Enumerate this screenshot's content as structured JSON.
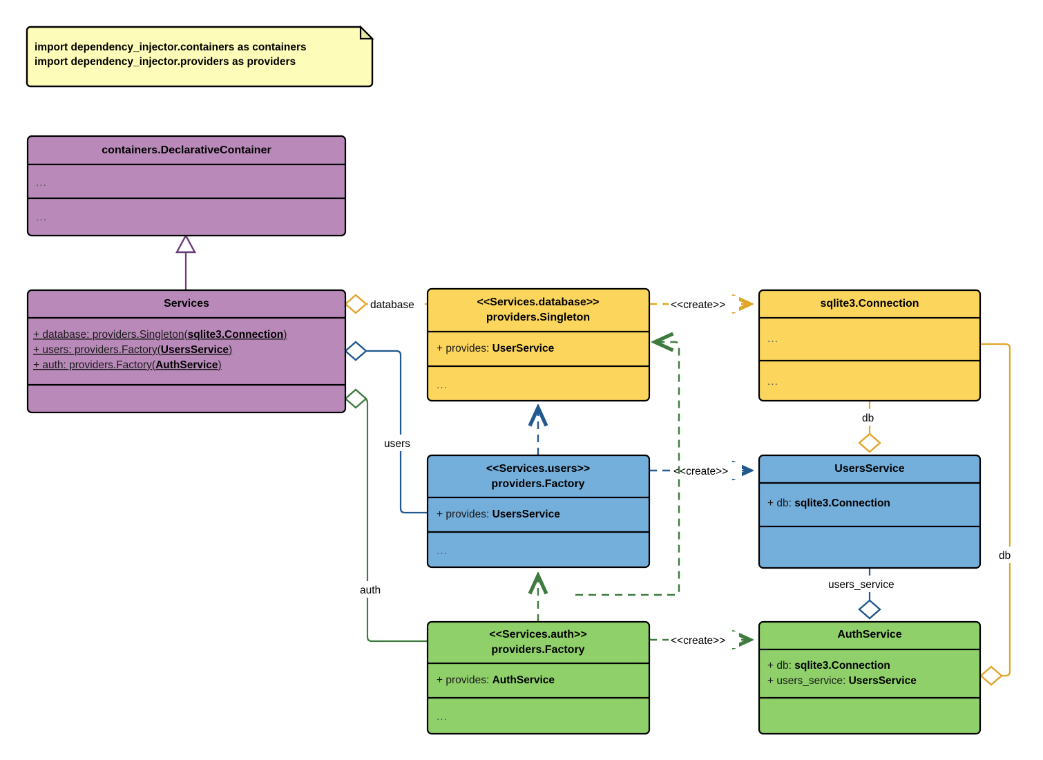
{
  "diagram": {
    "kind": "uml-class-diagram",
    "title": "dependency_injector Services container class diagram",
    "note": {
      "name": "imports-note",
      "lines": [
        "import dependency_injector.containers as containers",
        "import dependency_injector.providers as providers"
      ],
      "fill": "#fdfcb8",
      "stroke": "#000000"
    },
    "colors": {
      "purple": "#b98ab9",
      "yellow": "#fcd65c",
      "blue": "#74aedb",
      "green": "#8fd06a",
      "purple_line": "#6a3d78",
      "yellow_line": "#e0a526",
      "blue_line": "#21588f",
      "green_line": "#3f7a3f",
      "border": "#000000"
    },
    "classes": [
      {
        "id": "declarative-container",
        "name": "containers.DeclarativeContainer",
        "stereotype": "",
        "color": "purple",
        "compartments": [
          [
            "..."
          ],
          [
            "..."
          ]
        ]
      },
      {
        "id": "services",
        "name": "Services",
        "stereotype": "",
        "color": "purple",
        "attributes": [
          {
            "visibility": "+",
            "label": "database: providers.Singleton(",
            "type": "sqlite3.Connection",
            "tail": ")",
            "static": true
          },
          {
            "visibility": "+",
            "label": "users: providers.Factory(",
            "type": "UsersService",
            "tail": ")",
            "static": true
          },
          {
            "visibility": "+",
            "label": "auth: providers.Factory(",
            "type": "AuthService",
            "tail": ")",
            "static": true
          }
        ],
        "compartments": [
          [],
          []
        ]
      },
      {
        "id": "services-database",
        "name": "providers.Singleton",
        "stereotype": "<<Services.database>>",
        "color": "yellow",
        "attributes": [
          {
            "visibility": "+",
            "label": "provides: ",
            "type": "UserService",
            "tail": "",
            "static": false
          }
        ],
        "compartments": [
          [],
          [
            "..."
          ]
        ]
      },
      {
        "id": "services-users",
        "name": "providers.Factory",
        "stereotype": "<<Services.users>>",
        "color": "blue",
        "attributes": [
          {
            "visibility": "+",
            "label": "provides: ",
            "type": "UsersService",
            "tail": "",
            "static": false
          }
        ],
        "compartments": [
          [],
          [
            "..."
          ]
        ]
      },
      {
        "id": "services-auth",
        "name": "providers.Factory",
        "stereotype": "<<Services.auth>>",
        "color": "green",
        "attributes": [
          {
            "visibility": "+",
            "label": "provides: ",
            "type": "AuthService",
            "tail": "",
            "static": false
          }
        ],
        "compartments": [
          [],
          [
            "..."
          ]
        ]
      },
      {
        "id": "sqlite3-connection",
        "name": "sqlite3.Connection",
        "stereotype": "",
        "color": "yellow",
        "compartments": [
          [
            "..."
          ],
          [
            "..."
          ]
        ]
      },
      {
        "id": "users-service",
        "name": "UsersService",
        "stereotype": "",
        "color": "blue",
        "attributes": [
          {
            "visibility": "+",
            "label": "db: ",
            "type": "sqlite3.Connection",
            "tail": "",
            "static": false
          }
        ],
        "compartments": [
          [],
          []
        ]
      },
      {
        "id": "auth-service",
        "name": "AuthService",
        "stereotype": "",
        "color": "green",
        "attributes": [
          {
            "visibility": "+",
            "label": "db: ",
            "type": "sqlite3.Connection",
            "tail": "",
            "static": false
          },
          {
            "visibility": "+",
            "label": "users_service: ",
            "type": "UsersService",
            "tail": "",
            "static": false
          }
        ],
        "compartments": [
          [],
          []
        ]
      }
    ],
    "relations": [
      {
        "id": "inherit-services-container",
        "kind": "generalization",
        "from": "services",
        "to": "declarative-container",
        "label": ""
      },
      {
        "id": "assoc-database",
        "kind": "aggregation",
        "from": "services",
        "to": "services-database",
        "label": "database"
      },
      {
        "id": "assoc-users",
        "kind": "aggregation",
        "from": "services",
        "to": "services-users",
        "label": "users"
      },
      {
        "id": "assoc-auth",
        "kind": "aggregation",
        "from": "services",
        "to": "services-auth",
        "label": "auth"
      },
      {
        "id": "create-database",
        "kind": "dependency",
        "from": "services-database",
        "to": "sqlite3-connection",
        "label": "<<create>>"
      },
      {
        "id": "create-users",
        "kind": "dependency",
        "from": "services-users",
        "to": "users-service",
        "label": "<<create>>"
      },
      {
        "id": "create-auth",
        "kind": "dependency",
        "from": "services-auth",
        "to": "auth-service",
        "label": "<<create>>"
      },
      {
        "id": "dep-users-database",
        "kind": "dependency",
        "from": "services-users",
        "to": "services-database",
        "label": ""
      },
      {
        "id": "dep-auth-users",
        "kind": "dependency",
        "from": "services-auth",
        "to": "services-users",
        "label": ""
      },
      {
        "id": "dep-auth-database",
        "kind": "dependency",
        "from": "services-auth",
        "to": "services-database",
        "label": ""
      },
      {
        "id": "assoc-db-users-service",
        "kind": "aggregation",
        "from": "sqlite3-connection",
        "to": "users-service",
        "label": "db"
      },
      {
        "id": "assoc-db-auth-service",
        "kind": "aggregation",
        "from": "sqlite3-connection",
        "to": "auth-service",
        "label": "db"
      },
      {
        "id": "assoc-users-service-auth",
        "kind": "aggregation",
        "from": "users-service",
        "to": "auth-service",
        "label": "users_service"
      }
    ]
  }
}
